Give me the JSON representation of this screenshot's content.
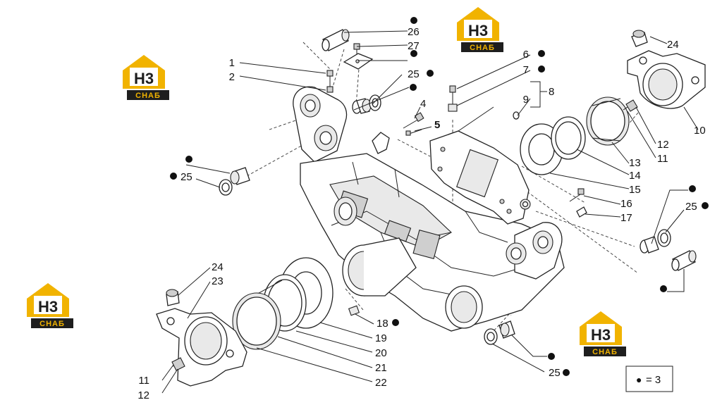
{
  "callouts": {
    "c1": "1",
    "c2": "2",
    "c4": "4",
    "c5": "5",
    "c6": "6",
    "c7": "7",
    "c8": "8",
    "c9": "9",
    "c10": "10",
    "c11a": "11",
    "c11b": "11",
    "c12a": "12",
    "c12b": "12",
    "c13": "13",
    "c14": "14",
    "c15": "15",
    "c16": "16",
    "c17": "17",
    "c18": "18",
    "c19": "19",
    "c20": "20",
    "c21": "21",
    "c22": "22",
    "c23": "23",
    "c24a": "24",
    "c24b": "24",
    "c25a": "25",
    "c25b": "25",
    "c25c": "25",
    "c25d": "25",
    "c26": "26",
    "c27": "27"
  },
  "legend": {
    "marker": "●",
    "text": "= 3"
  },
  "logo": {
    "main": "H3",
    "sub": "СНАБ"
  },
  "colors": {
    "logo_yellow": "#f1b300",
    "logo_dark": "#1e1e1e",
    "line": "#222222"
  }
}
